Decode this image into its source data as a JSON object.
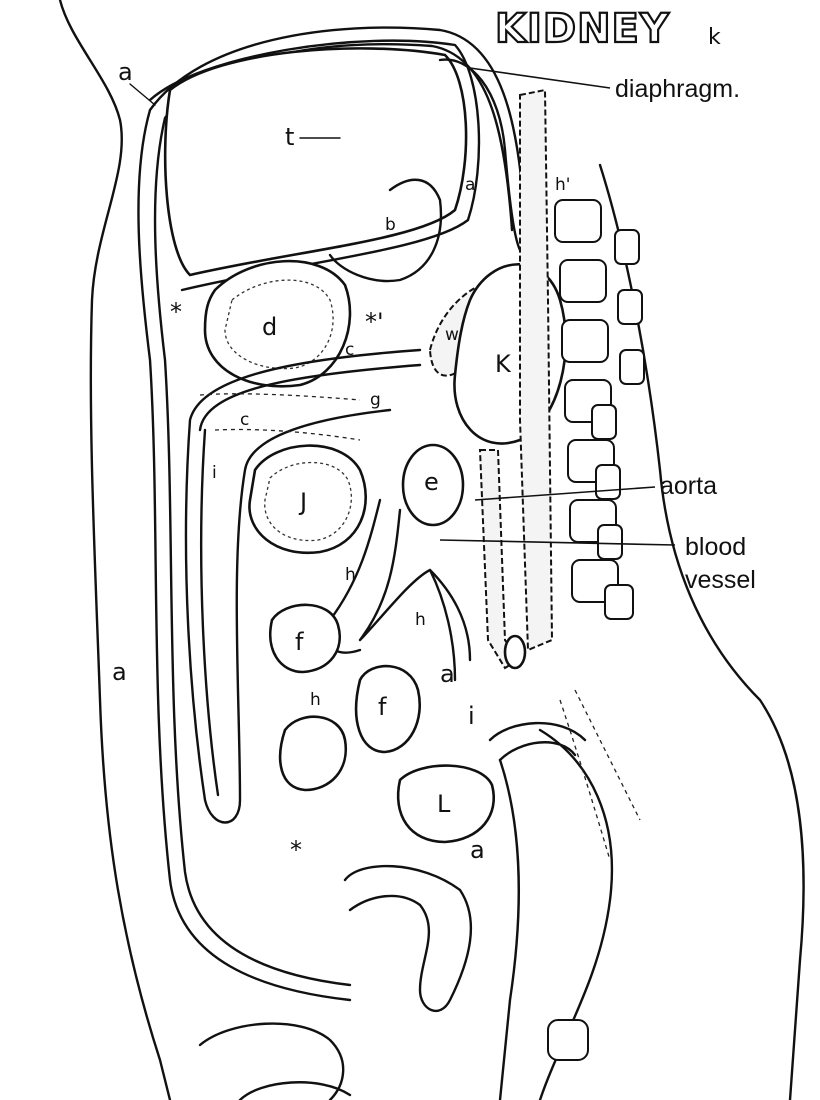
{
  "title": {
    "main": "KIDNEY",
    "sub": "k"
  },
  "terms": {
    "diaphragm": "diaphragm.",
    "aorta": "aorta",
    "blood_vessel_1": "blood",
    "blood_vessel_2": "vessel"
  },
  "letters": {
    "a": "a",
    "t": "t",
    "b": "b",
    "d": "d",
    "star": "*",
    "star_prime": "*'",
    "c": "c",
    "g": "g",
    "w": "w",
    "k": "K",
    "h_prime": "h'",
    "j": "J",
    "e": "e",
    "h": "h",
    "f": "f",
    "i": "i",
    "l": "L"
  }
}
